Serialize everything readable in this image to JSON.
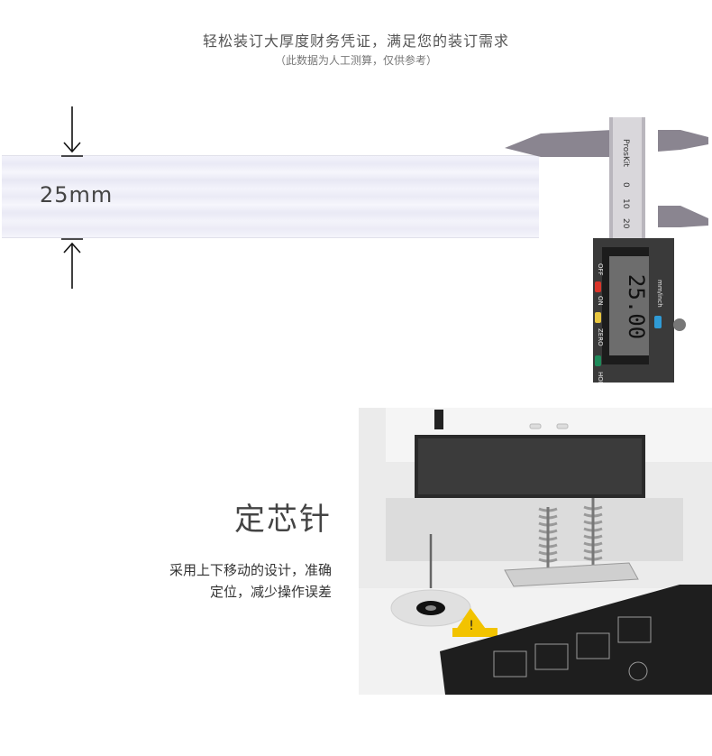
{
  "header": {
    "title": "轻松装订大厚度财务凭证，满足您的装订需求",
    "note": "（此数据为人工测算，仅供参考）"
  },
  "thickness": {
    "label": "25mm"
  },
  "caliper": {
    "brand": "ProsKit",
    "scale_ticks": [
      "0",
      "10",
      "20"
    ],
    "display_value": "25.00",
    "unit_button": "mm/inch",
    "buttons": [
      "OFF",
      "ON",
      "ZERO",
      "HOLD"
    ]
  },
  "pin": {
    "title": "定芯针",
    "desc_line1": "采用上下移动的设计，准确",
    "desc_line2": "定位，减少操作误差"
  },
  "icons": {
    "arrow_down": "arrow-down-icon",
    "arrow_up": "arrow-up-icon",
    "warning": "warning-icon"
  },
  "colors": {
    "caliper_body": "#8a8590",
    "display_bg": "#1c1c1c",
    "off_button": "#d9352a",
    "zero_button": "#e8c640",
    "hold_button": "#1f8a5a",
    "unit_button": "#2f9bd6",
    "warning_yellow": "#f2c300"
  }
}
